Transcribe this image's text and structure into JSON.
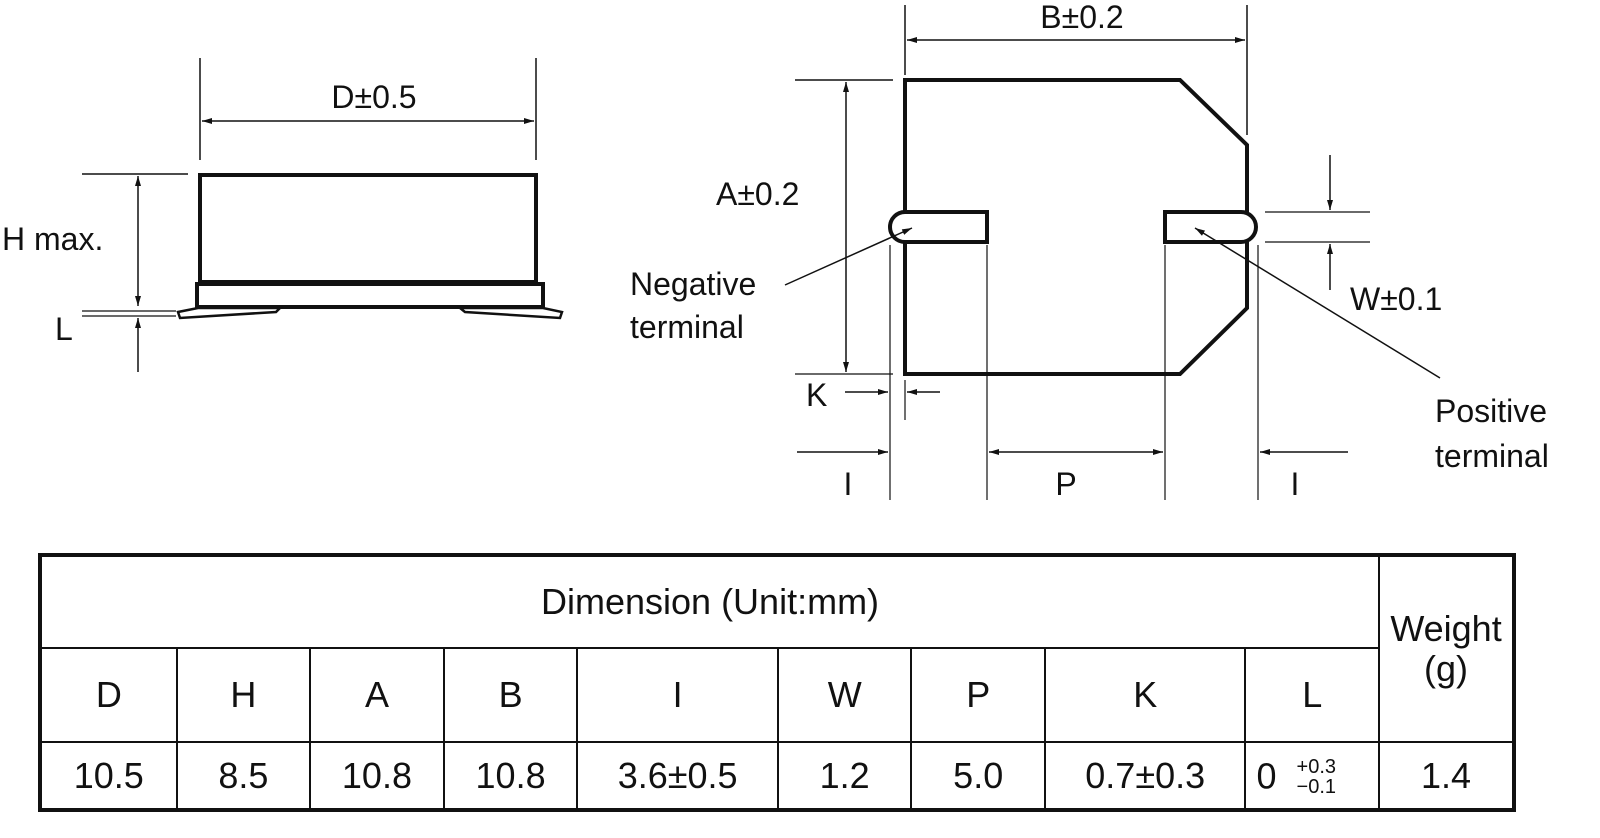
{
  "side_view": {
    "d_label": "D±0.5",
    "h_label": "H max.",
    "l_label": "L"
  },
  "top_view": {
    "b_label": "B±0.2",
    "a_label": "A±0.2",
    "w_label": "W±0.1",
    "k_label": "K",
    "i_label_left": "I",
    "p_label": "P",
    "i_label_right": "I",
    "negative_line1": "Negative",
    "negative_line2": "terminal",
    "positive_line1": "Positive",
    "positive_line2": "terminal"
  },
  "table": {
    "dimension_header": "Dimension (Unit:mm)",
    "weight_header_line1": "Weight",
    "weight_header_line2": "(g)",
    "columns": [
      "D",
      "H",
      "A",
      "B",
      "I",
      "W",
      "P",
      "K",
      "L"
    ],
    "values": [
      "10.5",
      "8.5",
      "10.8",
      "10.8",
      "3.6±0.5",
      "1.2",
      "5.0",
      "0.7±0.3",
      "0"
    ],
    "l_tol_plus": "+0.3",
    "l_tol_minus": "−0.1",
    "weight": "1.4"
  }
}
